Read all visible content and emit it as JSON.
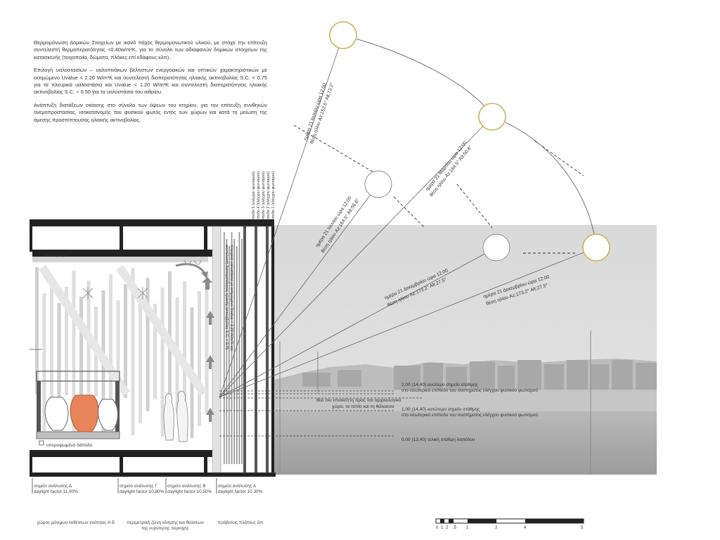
{
  "notes": [
    "Θερμομόνωση Δομικών Στοιχείων με ικανό πάχος θερμομονωτικού υλικού, με στόχο την επίτευξη συντελεστή θερμοπερατότητας <0.40w/m²K, για το σύνολο των αδιαφανών δομικών στοιχείων της κατασκευής (τοιχοποιία, δώματα, πλάκες επί εδάφους κλπ).",
    "Επιλογή υαλοστασίων – υαλοπινάκων βέλτιστων ενεργειακών και οπτικών χαρακτηριστικών με εκτιμώμενο Uvalue < 2.20 W/m²K και συντελεστή διαπερατότητας ηλιακής ακτινοβολίας S.C. < 0.75 για τα πλευρικά υαλοστάσια και Uvalue < 1.20 W/m²K και συντελεστή διαπερατότητας ηλιακής ακτινοβολίας S.C. < 0.50 για τα υαλοστάσια του αιθρίου.",
    "Ανάπτυξη διατάξεων σκίασης στο σύνολο των όψεων του κτηρίου, για την επίτευξη συνθηκών ανεμοπροστασίας, ισοκατανομής του φυσικού φωτός εντός των χώρων και κατά τη μείωση της άμεσης προσπίπτουσας ηλιακής ακτινοβολίας."
  ],
  "sun_positions": [
    {
      "date_time": "ημέρα 21 Ιουνίου ώρα 12:00",
      "position": "θέση ηλίου Az:152.6° Alt:73.2°"
    },
    {
      "date_time": "ημέρα 21 Μαρτίου ώρα 12:00",
      "position": "θέση ηλίου Az:164.5° Alt:50.6°"
    },
    {
      "date_time": "ημέρα 21 Ιουνίου ώρα 12:00",
      "position": "θέση ηλίου Az:164.5° Alt:56.6°"
    },
    {
      "date_time": "ημέρα 21 Δεκεμβρίου ώρα 12:00",
      "position": "θέση ηλίου Az:173.2° Alt:27.5°"
    },
    {
      "date_time": "ημέρα 21 Δεκεμβρίου ώρα 12:00",
      "position": "θέση ηλίου Az:173.2° Alt:27.5°"
    }
  ],
  "sun_colors": {
    "yellow": "#c9b456",
    "white": "#ffffff"
  },
  "brise_levels": [
    "επίπεδο 5 (ελέγχου φωτισμού)",
    "επίπεδο 4 (ελέγχου φωτισμού)",
    "επίπεδο 3 (ελέγχου φωτισμού)",
    "επίπεδο 2 (ελέγχου φωτισμού)",
    "επίπεδο 1 (ελέγχου φωτισμού)"
  ],
  "glazing_note": [
    "πλευρικό υαλοστάσιο με εκτιμώμενο Uvalue < 2.20 W/m²K και",
    "συντελεστή διαπερατότητας ηλιακής ακτινοβολίας S.C. < 0.75"
  ],
  "labels": {
    "false_ceiling": "ψευδοροφή",
    "raised_floor": "υπερυψωμένο δάπεδο",
    "view": [
      "θέα του επισκέπτη προς τον αρχαιολογικό",
      "χώρο, το τοπίο και τη θάλασσα"
    ],
    "level_upper": [
      "2,00 (14,40) ανώτερο σημείο στάθμης",
      "στο εσωτερικό επίπεδο του συστήματος ελέγχου φυσικού φωτισμού"
    ],
    "level_lower": [
      "1,00 (14,40) κατώτερο σημείο στάθμης",
      "στο εσωτερικό επίπεδο του συστήματος ελέγχου φυσικού φωτισμού"
    ],
    "level_floor": "0,00 (13,40) τελική στάθμη δαπέδου"
  },
  "analysis_points": [
    {
      "name": "σημείο ανάλυσης Δ",
      "value": "daylight factor 11,00%"
    },
    {
      "name": "σημείο ανάλυσης Γ",
      "value": "daylight factor 10,80%"
    },
    {
      "name": "σημείο ανάλυσης Β",
      "value": "daylight factor 10,50%"
    },
    {
      "name": "σημείο ανάλυσης Α",
      "value": "daylight factor 10,30%"
    }
  ],
  "zone_captions": [
    "χώρος μόνιμων εκθέσεων ενότητες Α-Ε",
    "περιμετρική ζώνη κίνησης και θεάσεων της ευρύτερης περιοχής",
    "πρόβολος πλάτους 2m"
  ],
  "scale_labels": [
    "0",
    "1",
    "2",
    ".5",
    "1",
    "2",
    "4",
    "5"
  ]
}
